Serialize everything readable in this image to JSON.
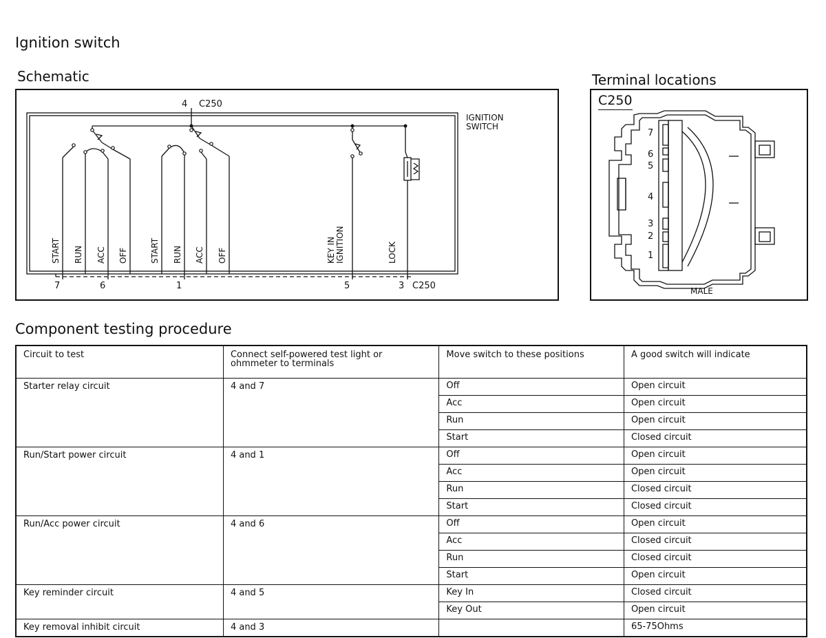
{
  "page": {
    "title": "Ignition switch",
    "schematic_heading": "Schematic",
    "terminal_heading": "Terminal locations",
    "procedure_heading": "Component testing procedure"
  },
  "schematic": {
    "top_pin": "4",
    "connector": "C250",
    "device_label_1": "IGNITION",
    "device_label_2": "SWITCH",
    "switch_labels": [
      "START",
      "RUN",
      "ACC",
      "OFF",
      "START",
      "RUN",
      "ACC",
      "OFF"
    ],
    "key_label_1": "KEY IN",
    "key_label_2": "IGNITION",
    "lock_label": "LOCK",
    "bottom_pins": [
      "7",
      "6",
      "1",
      "5",
      "3"
    ],
    "bottom_connector": "C250"
  },
  "terminal": {
    "connector": "C250",
    "pins": [
      "7",
      "6",
      "5",
      "4",
      "3",
      "2",
      "1"
    ],
    "gender": "MALE"
  },
  "procedure": {
    "headers": {
      "circuit": "Circuit to test",
      "connect": "Connect self-powered test light or ohmmeter to terminals",
      "move": "Move switch to these positions",
      "indicate": "A good switch will indicate"
    },
    "groups": [
      {
        "circuit": "Starter relay circuit",
        "terminals": "4 and 7",
        "rows": [
          {
            "position": "Off",
            "result": "Open circuit"
          },
          {
            "position": "Acc",
            "result": "Open circuit"
          },
          {
            "position": "Run",
            "result": "Open circuit"
          },
          {
            "position": "Start",
            "result": "Closed circuit"
          }
        ]
      },
      {
        "circuit": "Run/Start power circuit",
        "terminals": "4 and 1",
        "rows": [
          {
            "position": "Off",
            "result": "Open circuit"
          },
          {
            "position": "Acc",
            "result": "Open circuit"
          },
          {
            "position": "Run",
            "result": "Closed circuit"
          },
          {
            "position": "Start",
            "result": "Closed circuit"
          }
        ]
      },
      {
        "circuit": "Run/Acc power circuit",
        "terminals": "4 and 6",
        "rows": [
          {
            "position": "Off",
            "result": "Open circuit"
          },
          {
            "position": "Acc",
            "result": "Closed circuit"
          },
          {
            "position": "Run",
            "result": "Closed circuit"
          },
          {
            "position": "Start",
            "result": "Open circuit"
          }
        ]
      },
      {
        "circuit": "Key reminder circuit",
        "terminals": "4 and 5",
        "rows": [
          {
            "position": "Key In",
            "result": "Closed circuit"
          },
          {
            "position": "Key Out",
            "result": "Open circuit"
          }
        ]
      },
      {
        "circuit": "Key removal inhibit circuit",
        "terminals": "4 and 3",
        "rows": [
          {
            "position": "",
            "result": "65-75Ohms"
          }
        ]
      }
    ]
  }
}
